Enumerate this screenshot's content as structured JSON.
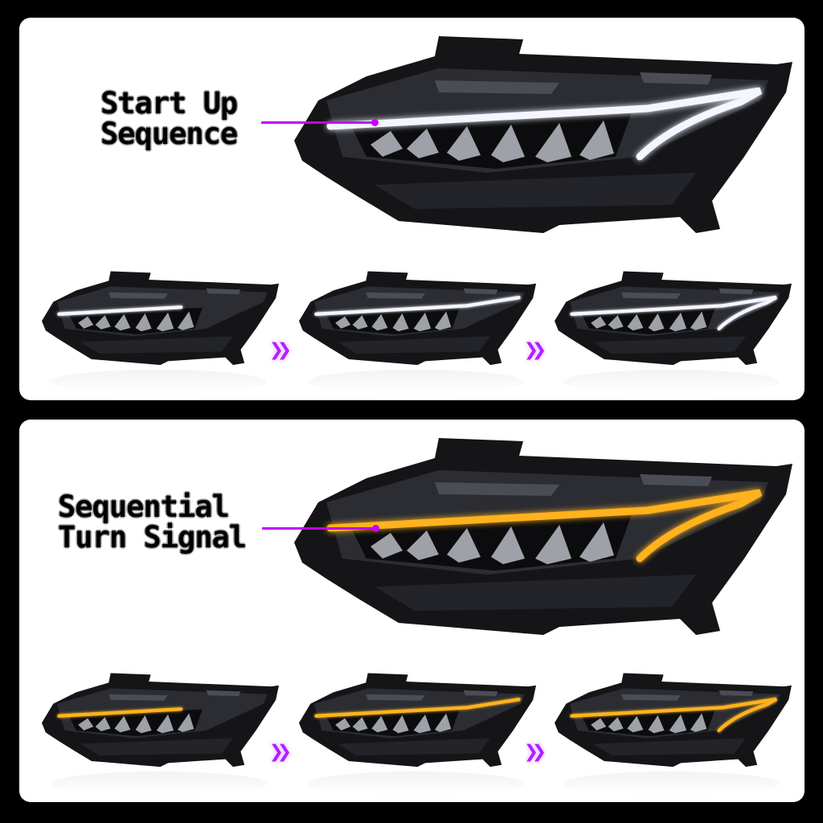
{
  "sections": [
    {
      "title": "Start Up Sequence",
      "line1": "Start Up",
      "line2": "Sequence",
      "drl_color": "#f4f6ff",
      "sequence_stages": [
        0.45,
        0.75,
        1.0
      ]
    },
    {
      "title": "Sequential Turn Signal",
      "line1": "Sequential",
      "line2": "Turn Signal",
      "drl_color": "#ffb21e",
      "sequence_stages": [
        0.45,
        0.75,
        1.0
      ]
    }
  ],
  "colors": {
    "pointer": "#c400ff",
    "arrow": "#b020ff",
    "panel": "#ffffff",
    "background": "#000000"
  },
  "icons": {
    "arrow": "double-chevron-right-icon"
  }
}
